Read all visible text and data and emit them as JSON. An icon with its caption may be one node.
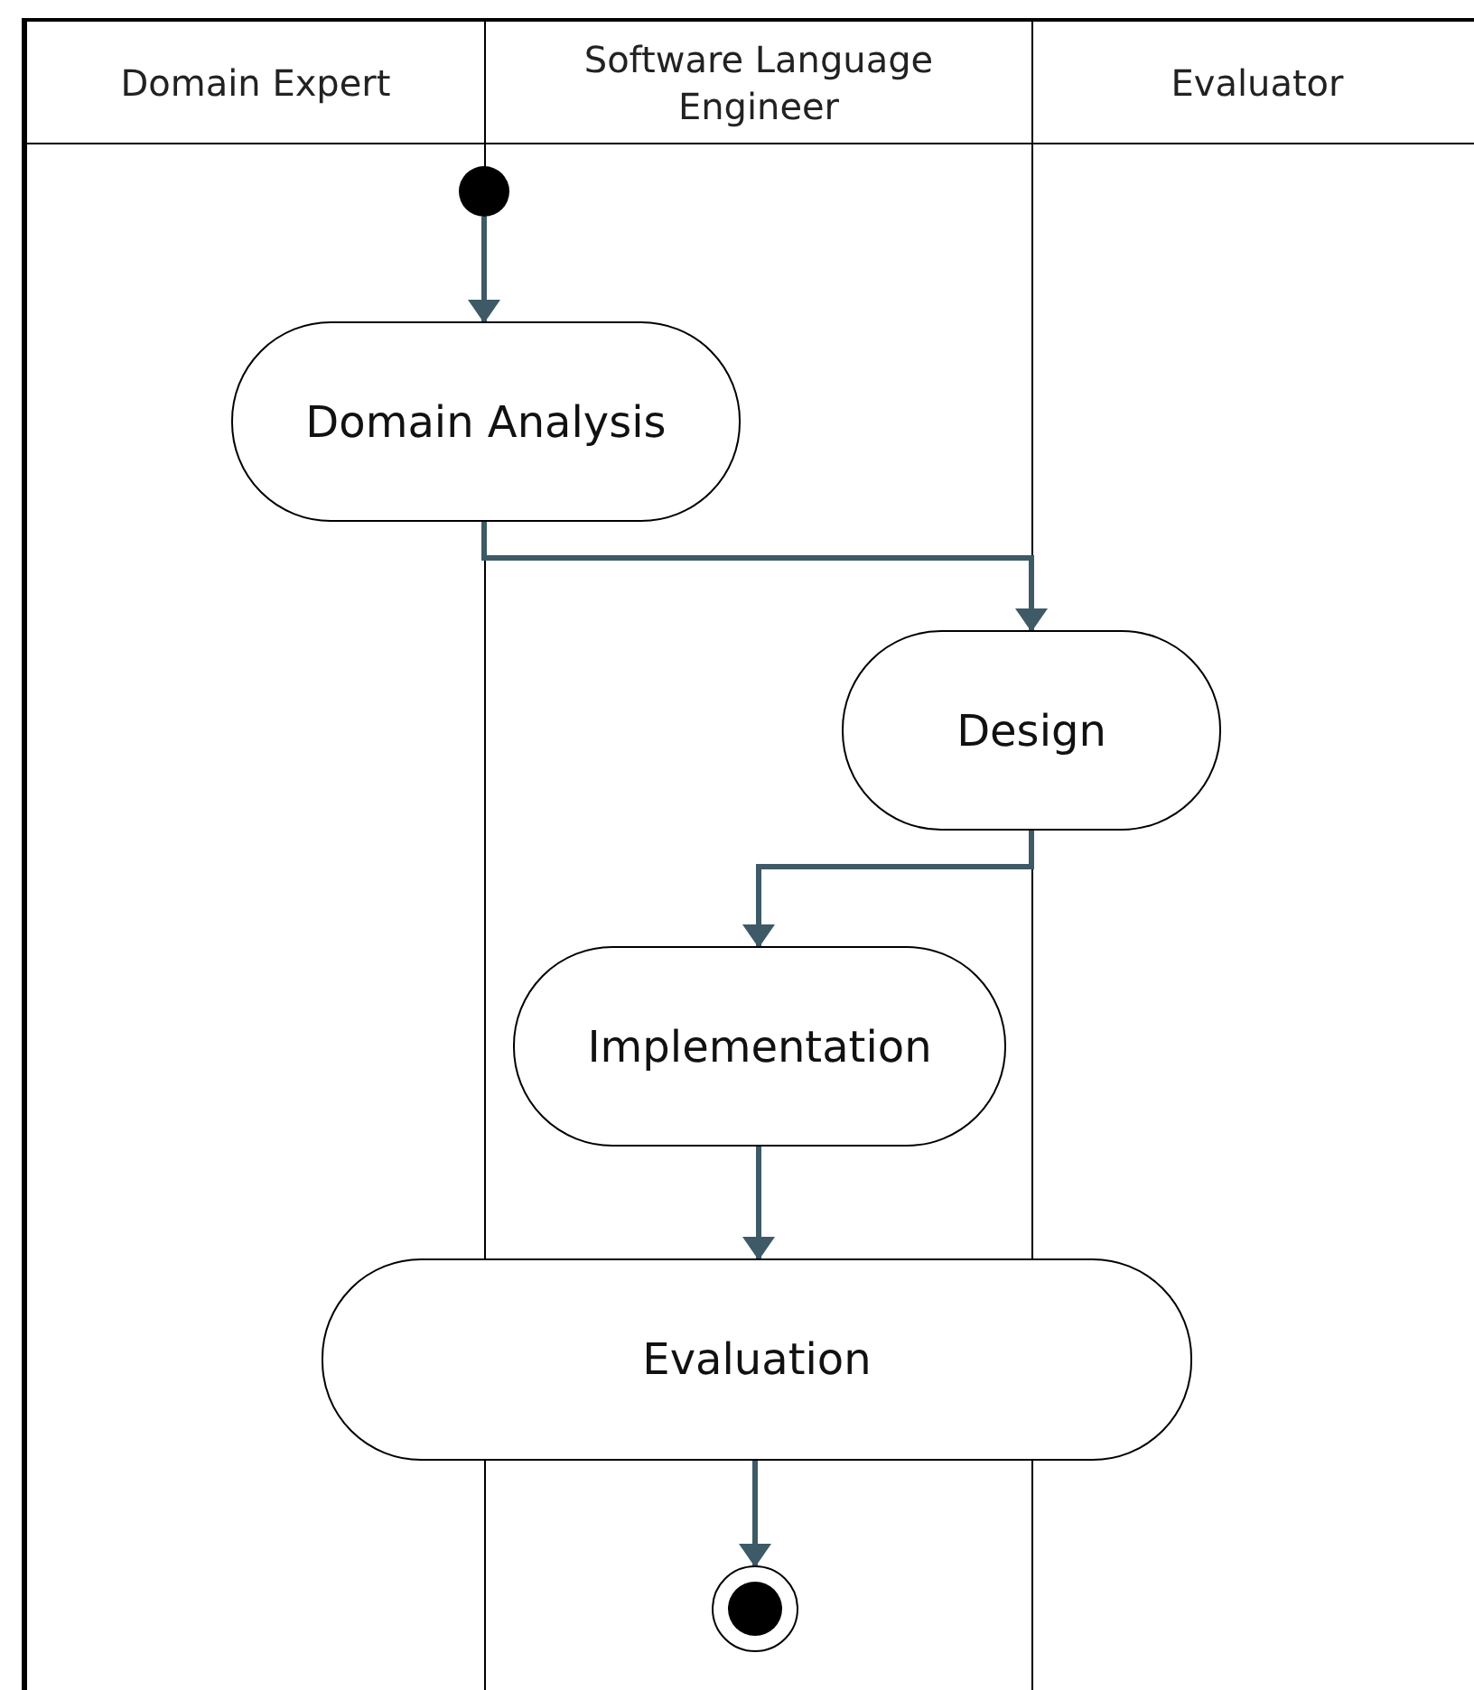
{
  "diagram": {
    "nodes": [
      {
        "text": [],
        "shape": "circle"
      },
      {
        "text": [
          "Domain Analysis"
        ]
      },
      {
        "text": [
          "Design"
        ]
      },
      {
        "text": [
          "Implementation"
        ]
      },
      {
        "text": [
          "Evaluation"
        ]
      },
      {
        "text": [],
        "shape": "circle"
      }
    ],
    "edges": [
      {
        "from": 0,
        "to": 1,
        "arrow": "to"
      },
      {
        "from": 1,
        "to": 2,
        "arrow": "to"
      },
      {
        "from": 2,
        "to": 3,
        "arrow": "to"
      },
      {
        "from": 3,
        "to": 4,
        "arrow": "to"
      },
      {
        "from": 4,
        "to": 5,
        "arrow": "to"
      }
    ],
    "labels": [
      "Domain Expert",
      "Software Language Engineer",
      "Evaluator"
    ]
  }
}
